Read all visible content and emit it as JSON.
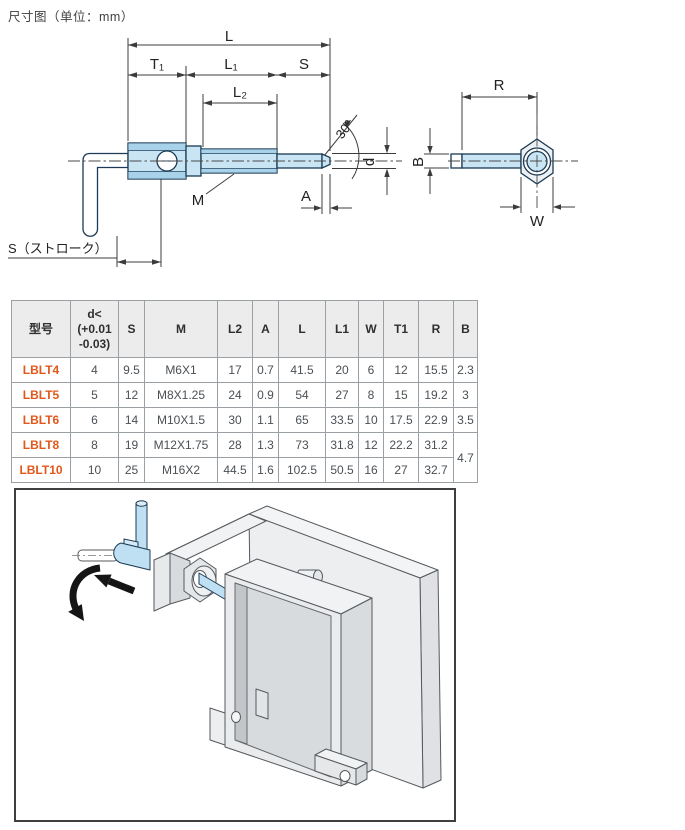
{
  "page": {
    "title": "尺寸图（单位：mm）"
  },
  "drawing": {
    "side_view_labels": {
      "L": "L",
      "T1": "T₁",
      "L1": "L₁",
      "L2": "L₂",
      "S": "S",
      "M": "M",
      "A": "A",
      "angle": "30°",
      "d": "d",
      "stroke": "S（ストローク）"
    },
    "end_view_labels": {
      "R": "R",
      "B": "B",
      "W": "W"
    },
    "colors": {
      "part_fill": "#c9e4f3",
      "part_shade": "#a8d2e9",
      "outline": "#1a3a55",
      "dim_line": "#3c3c3c"
    }
  },
  "table": {
    "columns": [
      {
        "label": "型号"
      },
      {
        "label": "d<\n(+0.01\n-0.03)"
      },
      {
        "label": "S"
      },
      {
        "label": "M"
      },
      {
        "label": "L2"
      },
      {
        "label": "A"
      },
      {
        "label": "L"
      },
      {
        "label": "L1"
      },
      {
        "label": "W"
      },
      {
        "label": "T1"
      },
      {
        "label": "R"
      },
      {
        "label": "B"
      }
    ],
    "rows": [
      [
        "LBLT4",
        "4",
        "9.5",
        "M6X1",
        "17",
        "0.7",
        "41.5",
        "20",
        "6",
        "12",
        "15.5",
        "2.3"
      ],
      [
        "LBLT5",
        "5",
        "12",
        "M8X1.25",
        "24",
        "0.9",
        "54",
        "27",
        "8",
        "15",
        "19.2",
        "3"
      ],
      [
        "LBLT6",
        "6",
        "14",
        "M10X1.5",
        "30",
        "1.1",
        "65",
        "33.5",
        "10",
        "17.5",
        "22.9",
        "3.5"
      ],
      [
        "LBLT8",
        "8",
        "19",
        "M12X1.75",
        "28",
        "1.3",
        "73",
        "31.8",
        "12",
        "22.2",
        "31.2",
        {
          "v": "4.7",
          "rowspan": 2
        }
      ],
      [
        "LBLT10",
        "10",
        "25",
        "M16X2",
        "44.5",
        "1.6",
        "102.5",
        "50.5",
        "16",
        "27",
        "32.7",
        null
      ]
    ]
  }
}
